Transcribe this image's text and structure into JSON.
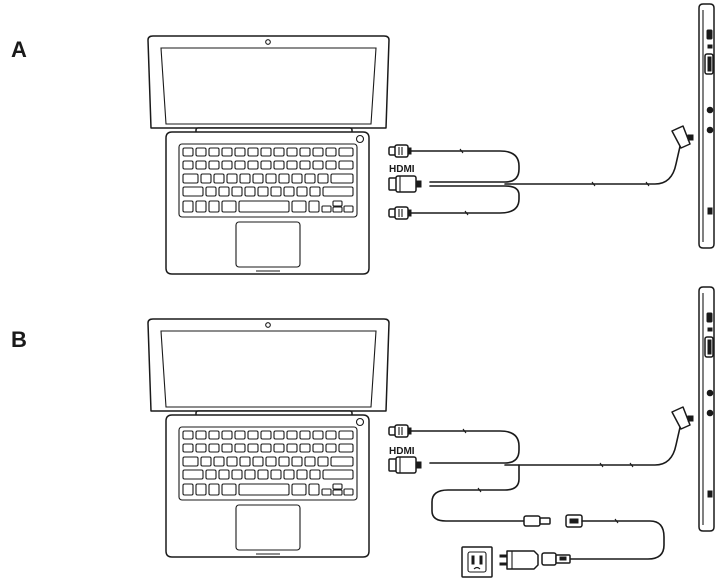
{
  "diagram": {
    "panels": [
      {
        "id": "A",
        "label": "A"
      },
      {
        "id": "B",
        "label": "B"
      }
    ],
    "connector_text": "HDMI",
    "colors": {
      "line": "#1a1a1a",
      "background": "#ffffff"
    }
  }
}
